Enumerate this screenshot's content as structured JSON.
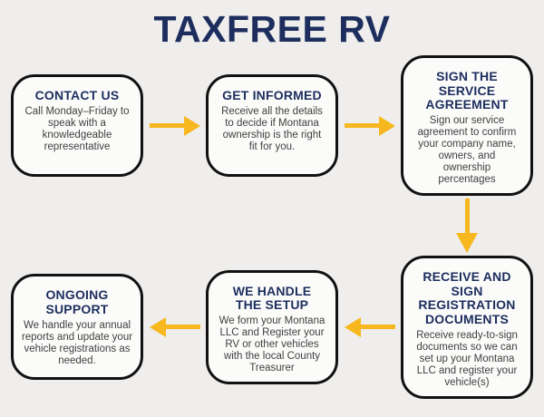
{
  "title": "TAXFREE RV",
  "colors": {
    "background": "#efeeed",
    "navy": "#1d2e5e",
    "body_text": "#3f3f3f",
    "arrow": "#f6b81e",
    "box_bg": "#fbfbfa",
    "box_border": "#111111"
  },
  "steps": [
    {
      "title": "CONTACT US",
      "description": "Call Monday–Friday to\nspeak with a\nknowledgeable\nrepresentative"
    },
    {
      "title": "GET INFORMED",
      "description": "Receive all the details\nto decide if Montana\nownership is the right\nfit for you."
    },
    {
      "title": "SIGN THE\nSERVICE\nAGREEMENT",
      "description": "Sign our service\nagreement to confirm\nyour company name,\nowners, and\nownership\npercentages"
    },
    {
      "title": "RECEIVE AND\nSIGN\nREGISTRATION\nDOCUMENTS",
      "description": "Receive ready-to-sign\ndocuments so we can\nset up your Montana\nLLC and register your\nvehicle(s)"
    },
    {
      "title": "WE HANDLE\nTHE SETUP",
      "description": "We form your Montana\nLLC and Register your\nRV or other vehicles\nwith the local County\nTreasurer"
    },
    {
      "title": "ONGOING\nSUPPORT",
      "description": "We handle your annual\nreports and update your\nvehicle registrations as\nneeded."
    }
  ]
}
